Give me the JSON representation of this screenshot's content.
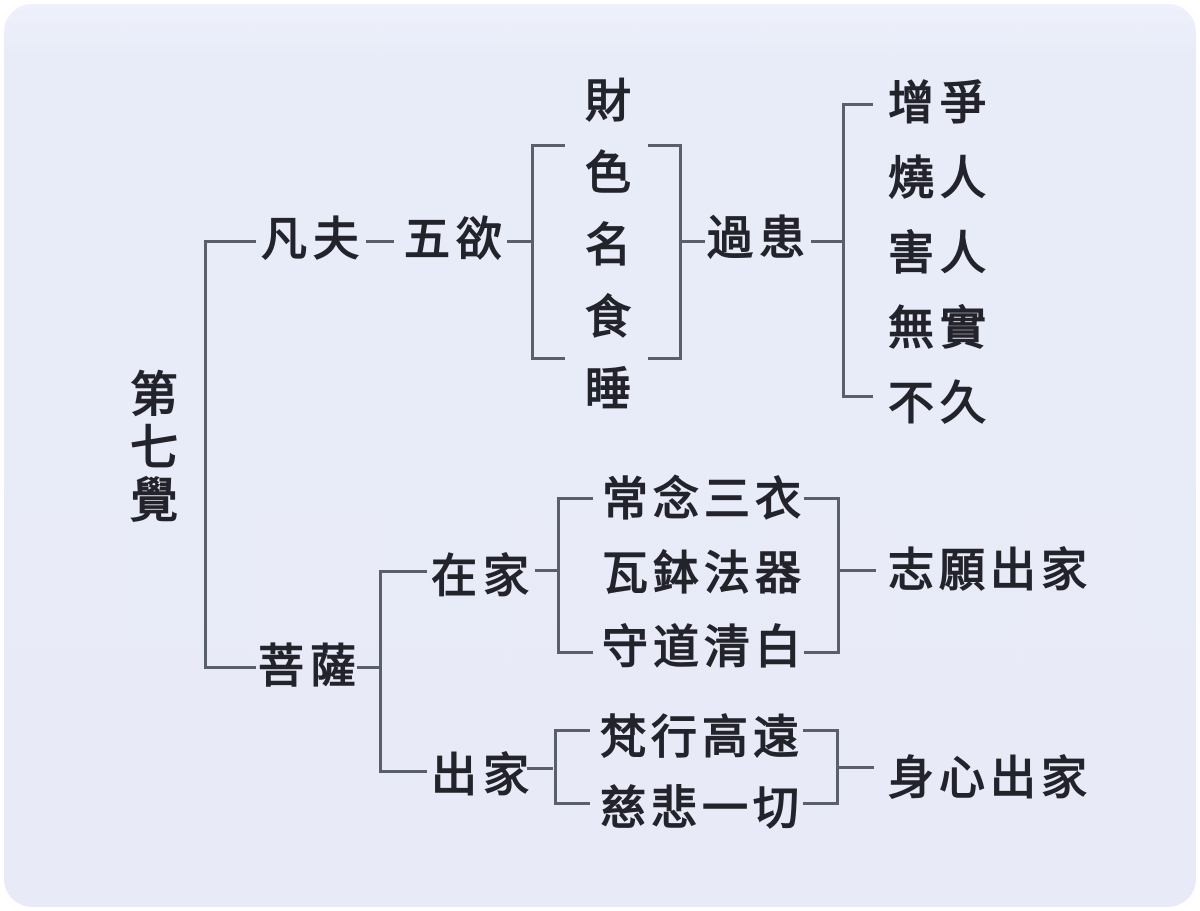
{
  "diagram": {
    "title": "第七覺",
    "root": "第七覺",
    "ordinary": {
      "label": "凡夫",
      "five_desires": {
        "label": "五欲",
        "items": [
          "財",
          "色",
          "名",
          "食",
          "睡"
        ],
        "faults": {
          "label": "過患",
          "items": [
            "增爭",
            "燒人",
            "害人",
            "無實",
            "不久"
          ]
        }
      }
    },
    "bodhisattva": {
      "label": "菩薩",
      "lay": {
        "label": "在家",
        "practices": [
          "常念三衣",
          "瓦鉢法器",
          "守道清白"
        ],
        "result": "志願出家"
      },
      "monastic": {
        "label": "出家",
        "practices": [
          "梵行高遠",
          "慈悲一切"
        ],
        "result": "身心出家"
      }
    },
    "colors": {
      "card_background": "#e8ebf7",
      "text": "#23232b",
      "line": "#595f6b",
      "page_background": "#ffffff"
    }
  }
}
